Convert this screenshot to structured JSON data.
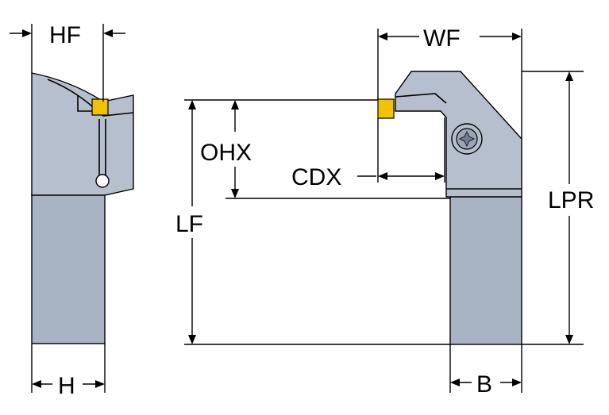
{
  "diagram": {
    "labels": {
      "hf": "HF",
      "wf": "WF",
      "ohx": "OHX",
      "cdx": "CDX",
      "lf": "LF",
      "lpr": "LPR",
      "h": "H",
      "b": "B"
    },
    "colors": {
      "tool_body": "#a8b3c4",
      "insert": "#f2c200",
      "outline": "#000000",
      "background": "#ffffff"
    },
    "icons": {
      "screw": "torx-screw-icon"
    }
  }
}
